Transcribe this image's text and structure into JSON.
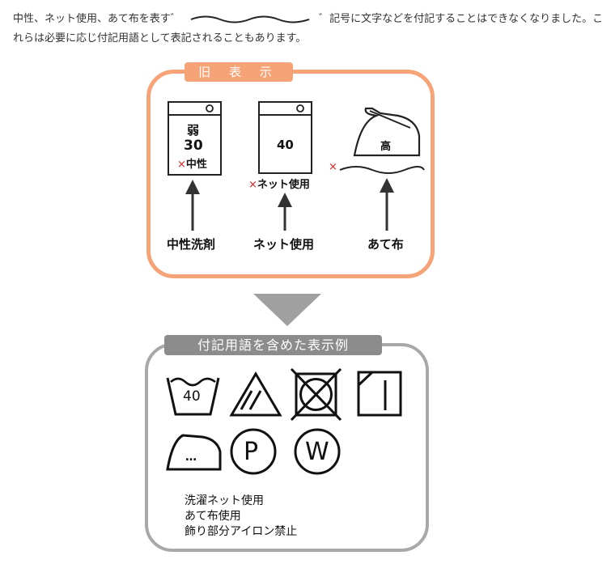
{
  "intro": {
    "part1": "中性、ネット使用、あて布を表す",
    "dakuten1": "゛",
    "dakuten2": "゛",
    "part2": "記号に文字などを付記することはできなくなりました。これらは必要に応じ付記用語として表記されることもあります。"
  },
  "old_box": {
    "title": "旧 表 示",
    "symbol1": {
      "line1": "弱",
      "line2": "30",
      "mark": "×",
      "note": "中性"
    },
    "symbol2": {
      "temp": "40",
      "mark": "×",
      "note": "ネット使用"
    },
    "symbol3": {
      "iron_label": "高",
      "mark": "×"
    },
    "labels": [
      "中性洗剤",
      "ネット使用",
      "あて布"
    ]
  },
  "new_box": {
    "title": "付記用語を含めた表示例",
    "wash_temp": "40",
    "iron_dots": "…",
    "pro_p": "P",
    "pro_w": "W",
    "notes": [
      "洗濯ネット使用",
      "あて布使用",
      "飾り部分アイロン禁止"
    ]
  },
  "colors": {
    "old_accent": "#f6a477",
    "new_accent": "#a8a8a8",
    "cross": "#e02020",
    "arrow": "#a0a0a0"
  }
}
